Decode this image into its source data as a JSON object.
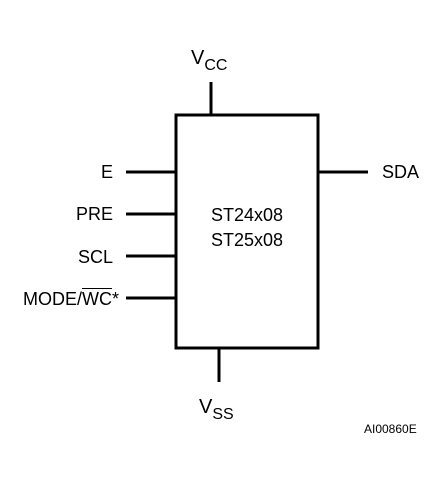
{
  "diagram": {
    "supply_top": {
      "main": "V",
      "sub": "CC"
    },
    "supply_bottom": {
      "main": "V",
      "sub": "SS"
    },
    "chip_names": [
      "ST24x08",
      "ST25x08"
    ],
    "left_pins": [
      {
        "label": "E"
      },
      {
        "label": "PRE"
      },
      {
        "label": "SCL"
      },
      {
        "label_prefix": "MODE/",
        "label_overline": "WC",
        "label_suffix": "*"
      }
    ],
    "right_pins": [
      {
        "label": "SDA"
      }
    ],
    "figure_ref": "AI00860E",
    "colors": {
      "line": "#000000",
      "background": "#ffffff"
    }
  }
}
